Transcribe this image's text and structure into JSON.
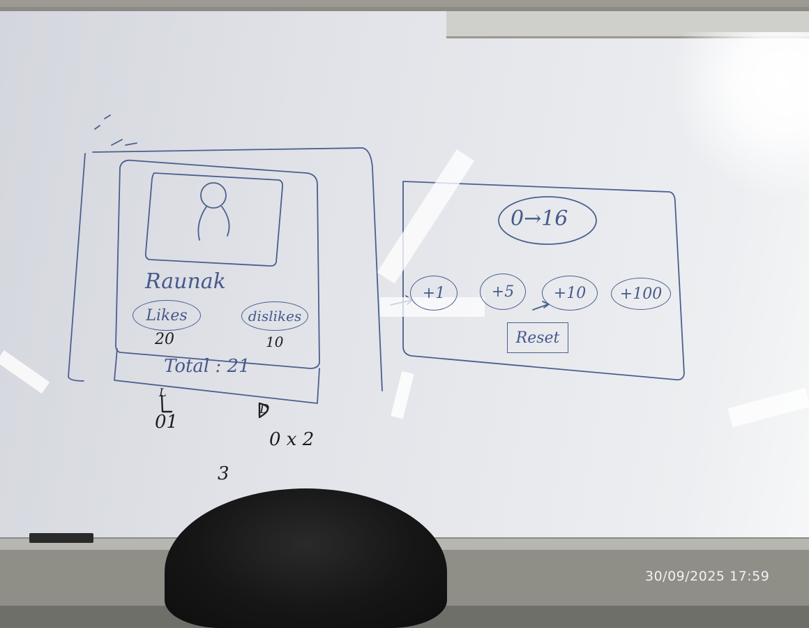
{
  "sketch_left": {
    "profile_name": "Raunak",
    "like_label": "Likes",
    "dislike_label": "dislikes",
    "likes_count": "20",
    "dislikes_count": "10",
    "total_text": "Total : 21",
    "l_label": "L",
    "l_value": "01",
    "d_label": "D",
    "d_value": "0 x 2",
    "extra_value": "3"
  },
  "sketch_right": {
    "range_text": "0→16",
    "buttons": [
      "+1",
      "+5",
      "+10",
      "+100"
    ],
    "reset_label": "Reset"
  },
  "photo": {
    "timestamp": "30/09/2025  17:59"
  },
  "colors": {
    "blue_marker": "#4a5f8e",
    "black_marker": "#1f1f22",
    "board": "#e6e8ec"
  },
  "icons": {
    "avatar": "person-sketch-icon",
    "arrow": "arrow-icon"
  }
}
